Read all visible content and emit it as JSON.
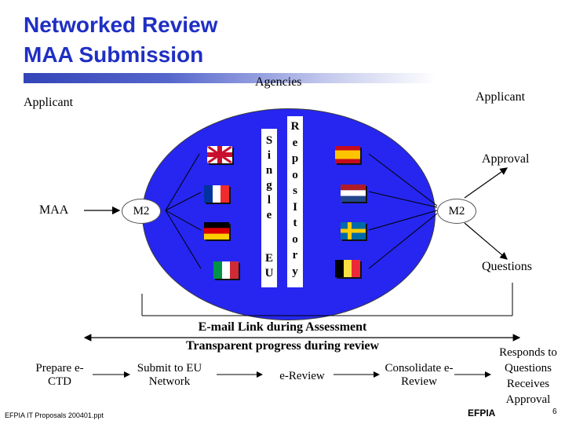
{
  "title_line1": "Networked Review",
  "title_line2": "MAA Submission",
  "agencies_label": "Agencies",
  "applicant_left": "Applicant",
  "applicant_right": "Applicant",
  "maa_label": "MAA",
  "m2_left": "M2",
  "m2_right": "M2",
  "single_eu_top": [
    "S",
    "i",
    "n",
    "g",
    "l",
    "e"
  ],
  "single_eu_bottom": [
    "E",
    "U"
  ],
  "repository_letters": [
    "R",
    "e",
    "p",
    "o",
    "s",
    "I",
    "t",
    "o",
    "r",
    "y"
  ],
  "approval_label": "Approval",
  "questions_label": "Questions",
  "email_link": "E-mail Link during Assessment",
  "transparent_progress": "Transparent progress during review",
  "bottom": {
    "prepare": "Prepare e-CTD",
    "submit": "Submit to EU Network",
    "ereview": "e-Review",
    "consolidate": "Consolidate e-Review",
    "responds": "Responds to Questions Receives Approval"
  },
  "footer_left": "EFPIA IT Proposals 200401.ppt",
  "footer_right": "EFPIA",
  "page_number": "6",
  "colors": {
    "title": "#1f2fc4",
    "circle": "#2626f0"
  }
}
